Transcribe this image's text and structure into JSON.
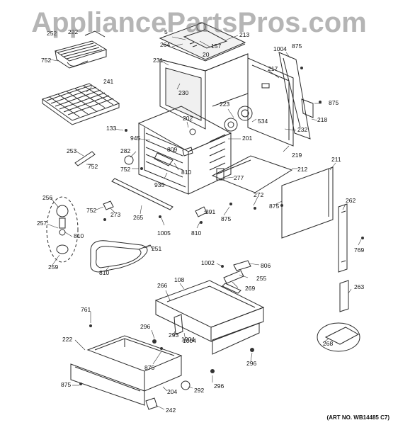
{
  "watermark": "AppliancePartsPros.com",
  "art_number": "(ART NO. WB14485 C7)",
  "labels": [
    "252",
    "222",
    "5",
    "264",
    "157",
    "20",
    "213",
    "231",
    "230",
    "1004",
    "875",
    "217",
    "752",
    "241",
    "875",
    "223",
    "534",
    "218",
    "232",
    "202",
    "133",
    "945",
    "201",
    "219",
    "809",
    "282",
    "810",
    "253",
    "752",
    "752",
    "935",
    "277",
    "212",
    "211",
    "875",
    "272",
    "256",
    "262",
    "752",
    "273",
    "265",
    "291",
    "257",
    "810",
    "1005",
    "875",
    "810",
    "251",
    "769",
    "259",
    "810",
    "1002",
    "806",
    "108",
    "255",
    "266",
    "269",
    "263",
    "761",
    "296",
    "293",
    "1004",
    "222",
    "268",
    "296",
    "875",
    "292",
    "875",
    "204",
    "296",
    "242",
    "1004"
  ]
}
